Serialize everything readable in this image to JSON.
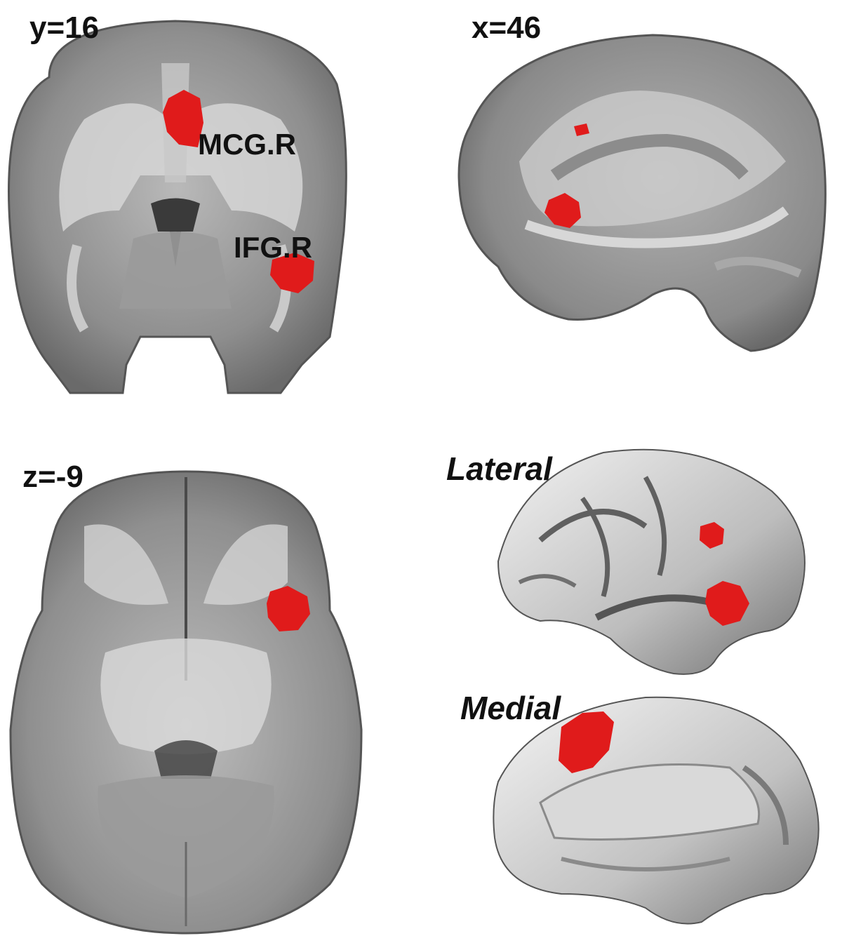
{
  "figure": {
    "coronal": {
      "coord_label": "y=16",
      "regions": [
        {
          "label": "MCG.R"
        },
        {
          "label": "IFG.R"
        }
      ]
    },
    "sagittal": {
      "coord_label": "x=46"
    },
    "axial": {
      "coord_label": "z=-9"
    },
    "surface": {
      "lateral_label": "Lateral",
      "medial_label": "Medial"
    },
    "colors": {
      "activation": "#e01b1b",
      "background": "#ffffff",
      "tissue_gray": "#8a8a8a",
      "white_matter": "#d8d8d8"
    }
  }
}
